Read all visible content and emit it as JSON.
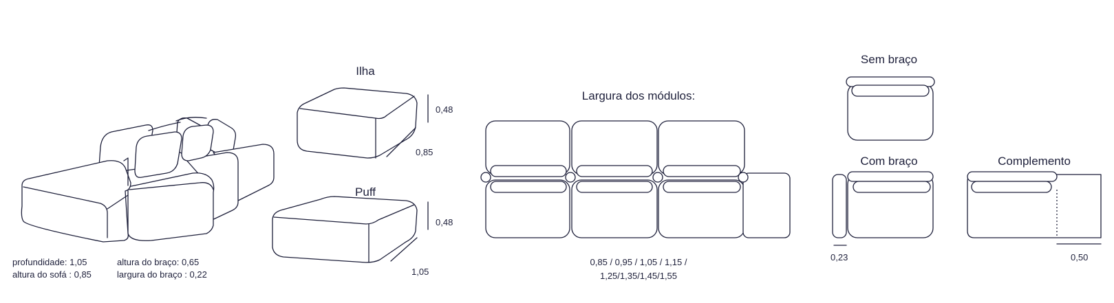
{
  "specs": {
    "depth": "profundidade: 1,05",
    "sofa_height": "altura do sofá : 0,85",
    "arm_height": "altura do braço: 0,65",
    "arm_width": "largura do braço : 0,22"
  },
  "ilha": {
    "title": "Ilha",
    "height": "0,48",
    "depth": "0,85"
  },
  "puff": {
    "title": "Puff",
    "height": "0,48",
    "depth": "1,05"
  },
  "modules": {
    "title": "Largura dos módulos:",
    "widths_line1": "0,85 / 0,95 / 1,05 / 1,15 /",
    "widths_line2": "1,25/1,35/1,45/1,55"
  },
  "sem_braco": {
    "title": "Sem braço"
  },
  "com_braco": {
    "title": "Com braço",
    "arm_width": "0,23"
  },
  "complemento": {
    "title": "Complemento",
    "width": "0,50"
  },
  "colors": {
    "line": "#1d1f3a",
    "background": "#ffffff"
  }
}
